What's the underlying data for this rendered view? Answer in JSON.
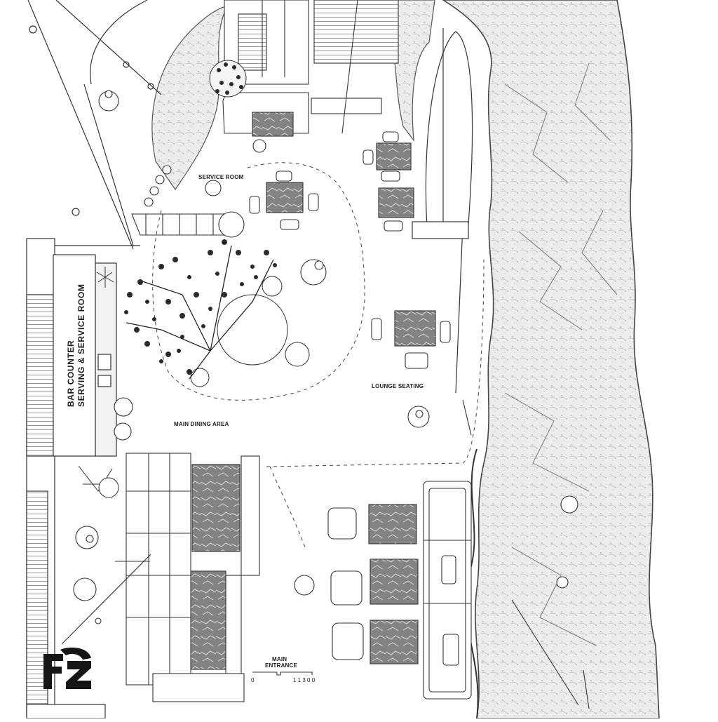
{
  "labels": {
    "service_room": "SERVICE ROOM",
    "bar_counter_line1": "BAR COUNTER",
    "bar_counter_line2": "SERVING & SERVICE ROOM",
    "lounge_seating": "LOUNGE SEATING",
    "main_dining": "MAIN DINING AREA",
    "main_entrance_line1": "MAIN",
    "main_entrance_line2": "ENTRANCE"
  },
  "scale_bar": {
    "zero": "0",
    "end": "1 1 3 0 0"
  },
  "colors": {
    "ink": "#1b1b1b",
    "table_fill": "#7f7f7f",
    "rock_fill": "#e9e9e9",
    "paper": "#ffffff"
  },
  "logo": {
    "name": "FZ monogram"
  }
}
